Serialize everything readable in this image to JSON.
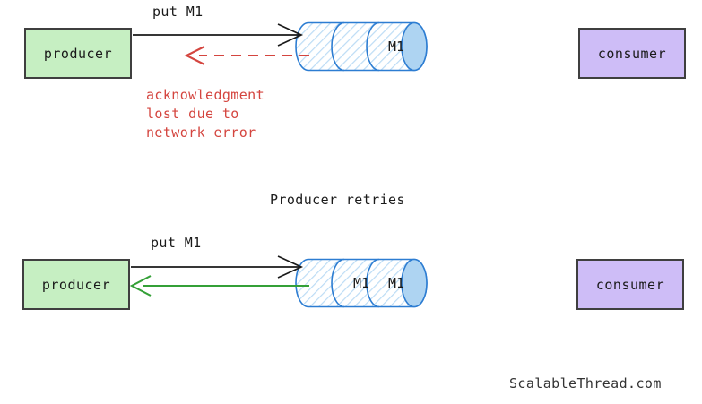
{
  "diagram": {
    "title_text": "Producer retries",
    "footer_watermark": "ScalableThread.com",
    "colors": {
      "producer_fill": "#c6efc2",
      "consumer_fill": "#cebdf7",
      "box_stroke": "#3f3f3f",
      "queue_stroke": "#2d7dd2",
      "queue_cap_fill": "#aed4f2",
      "error_red": "#d4453f",
      "ack_green": "#34a037",
      "arrow_black": "#1a1a1a"
    },
    "scenes": [
      {
        "id": "scene-failure",
        "producer_label": "producer",
        "consumer_label": "consumer",
        "send_label": "put M1",
        "annotation_lines": [
          "acknowledgment",
          "lost due to",
          "network error"
        ],
        "queue": {
          "name": "message-queue",
          "segments": [
            "",
            "",
            "M1"
          ]
        },
        "ack_arrow": {
          "style": "dashed",
          "color": "#d4453f",
          "direction": "queue-to-producer",
          "state": "lost"
        },
        "send_arrow": {
          "style": "solid",
          "color": "#1a1a1a",
          "direction": "producer-to-queue"
        }
      },
      {
        "id": "scene-retry",
        "producer_label": "producer",
        "consumer_label": "consumer",
        "send_label": "put M1",
        "annotation_lines": [],
        "queue": {
          "name": "message-queue",
          "segments": [
            "",
            "M1",
            "M1"
          ]
        },
        "ack_arrow": {
          "style": "solid",
          "color": "#34a037",
          "direction": "queue-to-producer",
          "state": "delivered"
        },
        "send_arrow": {
          "style": "solid",
          "color": "#1a1a1a",
          "direction": "producer-to-queue"
        }
      }
    ]
  }
}
